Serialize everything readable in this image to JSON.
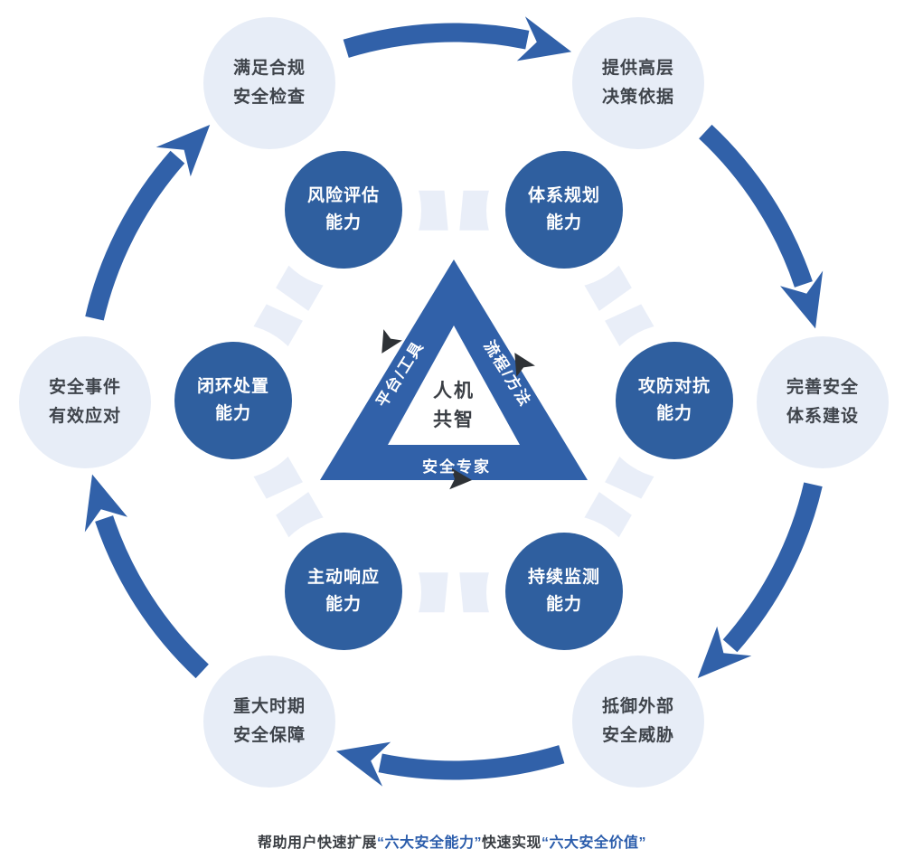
{
  "colors": {
    "primary_blue": "#3161a9",
    "circle_blue": "#2f5f9f",
    "light_blue": "#e7edf7",
    "band_blue": "#e9eef8",
    "dark_text": "#3f444b",
    "arrow_black": "#2e3236",
    "caption_blue": "#2a5cab"
  },
  "center": {
    "line1": "人机",
    "line2": "共智"
  },
  "triangle": {
    "left_side": "平台/工具",
    "right_side": "流程/方法",
    "bottom_side": "安全专家"
  },
  "capabilities": [
    {
      "position": "top-left",
      "line1": "风险评估",
      "line2": "能力"
    },
    {
      "position": "top-right",
      "line1": "体系规划",
      "line2": "能力"
    },
    {
      "position": "right",
      "line1": "攻防对抗",
      "line2": "能力"
    },
    {
      "position": "bottom-right",
      "line1": "持续监测",
      "line2": "能力"
    },
    {
      "position": "bottom-left",
      "line1": "主动响应",
      "line2": "能力"
    },
    {
      "position": "left",
      "line1": "闭环处置",
      "line2": "能力"
    }
  ],
  "values": [
    {
      "position": "top-left",
      "line1": "满足合规",
      "line2": "安全检查"
    },
    {
      "position": "top-right",
      "line1": "提供高层",
      "line2": "决策依据"
    },
    {
      "position": "right",
      "line1": "完善安全",
      "line2": "体系建设"
    },
    {
      "position": "bottom-right",
      "line1": "抵御外部",
      "line2": "安全威胁"
    },
    {
      "position": "bottom-left",
      "line1": "重大时期",
      "line2": "安全保障"
    },
    {
      "position": "left",
      "line1": "安全事件",
      "line2": "有效应对"
    }
  ],
  "caption": {
    "text1": "帮助用户快速扩展",
    "highlight1": "“六大安全能力”",
    "text2": "快速实现",
    "highlight2": "“六大安全价值”"
  }
}
